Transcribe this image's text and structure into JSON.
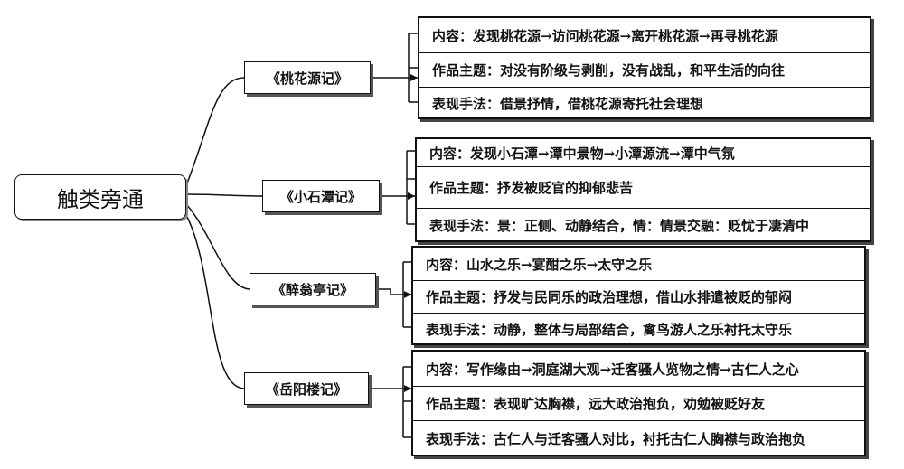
{
  "root": {
    "label": "触类旁通"
  },
  "essays": [
    {
      "title": "《桃花源记》",
      "items": [
        "内容：发现桃花源→访问桃花源→离开桃花源→再寻桃花源",
        "作品主题：对没有阶级与剥削，没有战乱，和平生活的向往",
        "表现手法：借景抒情，借桃花源寄托社会理想"
      ]
    },
    {
      "title": "《小石潭记》",
      "items": [
        "内容：发现小石潭→潭中景物→小潭源流→潭中气氛",
        "作品主题：抒发被贬官的抑郁悲苦",
        "表现手法：景：正侧、动静结合，情：情景交融：贬忧于凄清中"
      ]
    },
    {
      "title": "《醉翁亭记》",
      "items": [
        "内容：山水之乐→宴酣之乐→太守之乐",
        "作品主题：抒发与民同乐的政治理想，借山水排遣被贬的郁闷",
        "表现手法：动静，整体与局部结合，禽鸟游人之乐衬托太守乐"
      ]
    },
    {
      "title": "《岳阳楼记》",
      "items": [
        "内容：写作缘由→洞庭湖大观→迁客骚人览物之情→古仁人之心",
        "作品主题：表现旷达胸襟，远大政治抱负，劝勉被贬好友",
        "表现手法：古仁人与迁客骚人对比，衬托古仁人胸襟与政治抱负"
      ]
    }
  ]
}
